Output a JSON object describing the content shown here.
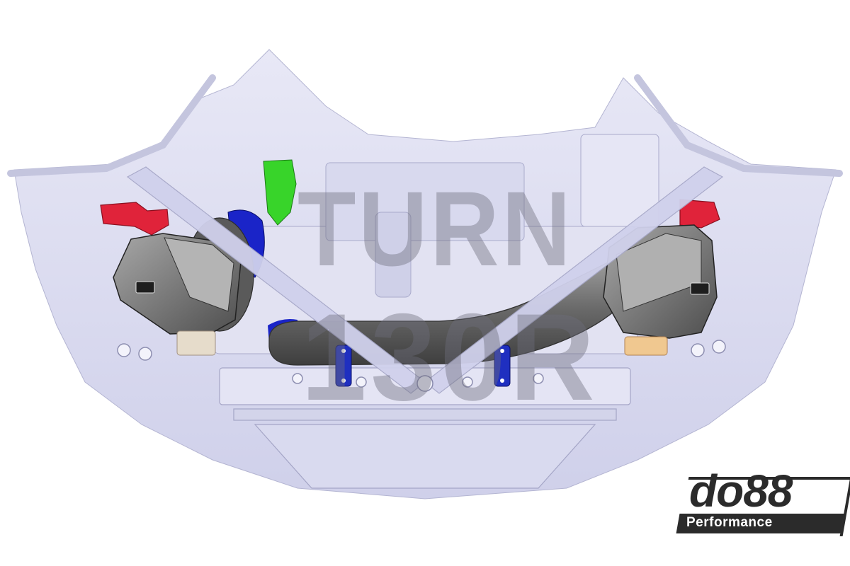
{
  "image": {
    "subject": "3D CAD render of engine bay (front view) showing dual intake airboxes and crossover intake pipe",
    "background_color": "#ffffff",
    "chassis_color": "#dcdcf0",
    "chassis_shadow_color": "#b8b8d4",
    "airbox_color": "#6e6e6e",
    "airbox_face_color": "#9a9a9a",
    "pipe_color": "#7a7a7a",
    "bracket_color": "#1f2fc0",
    "red_part_color": "#e0233a",
    "green_part_color": "#38d42a",
    "blue_part_color": "#1a24c8",
    "coupler_color": "#e8c8a0"
  },
  "watermark": {
    "line1": "TURN",
    "line2": "130R"
  },
  "brand_logo": {
    "name": "do88",
    "tagline": "Performance"
  }
}
